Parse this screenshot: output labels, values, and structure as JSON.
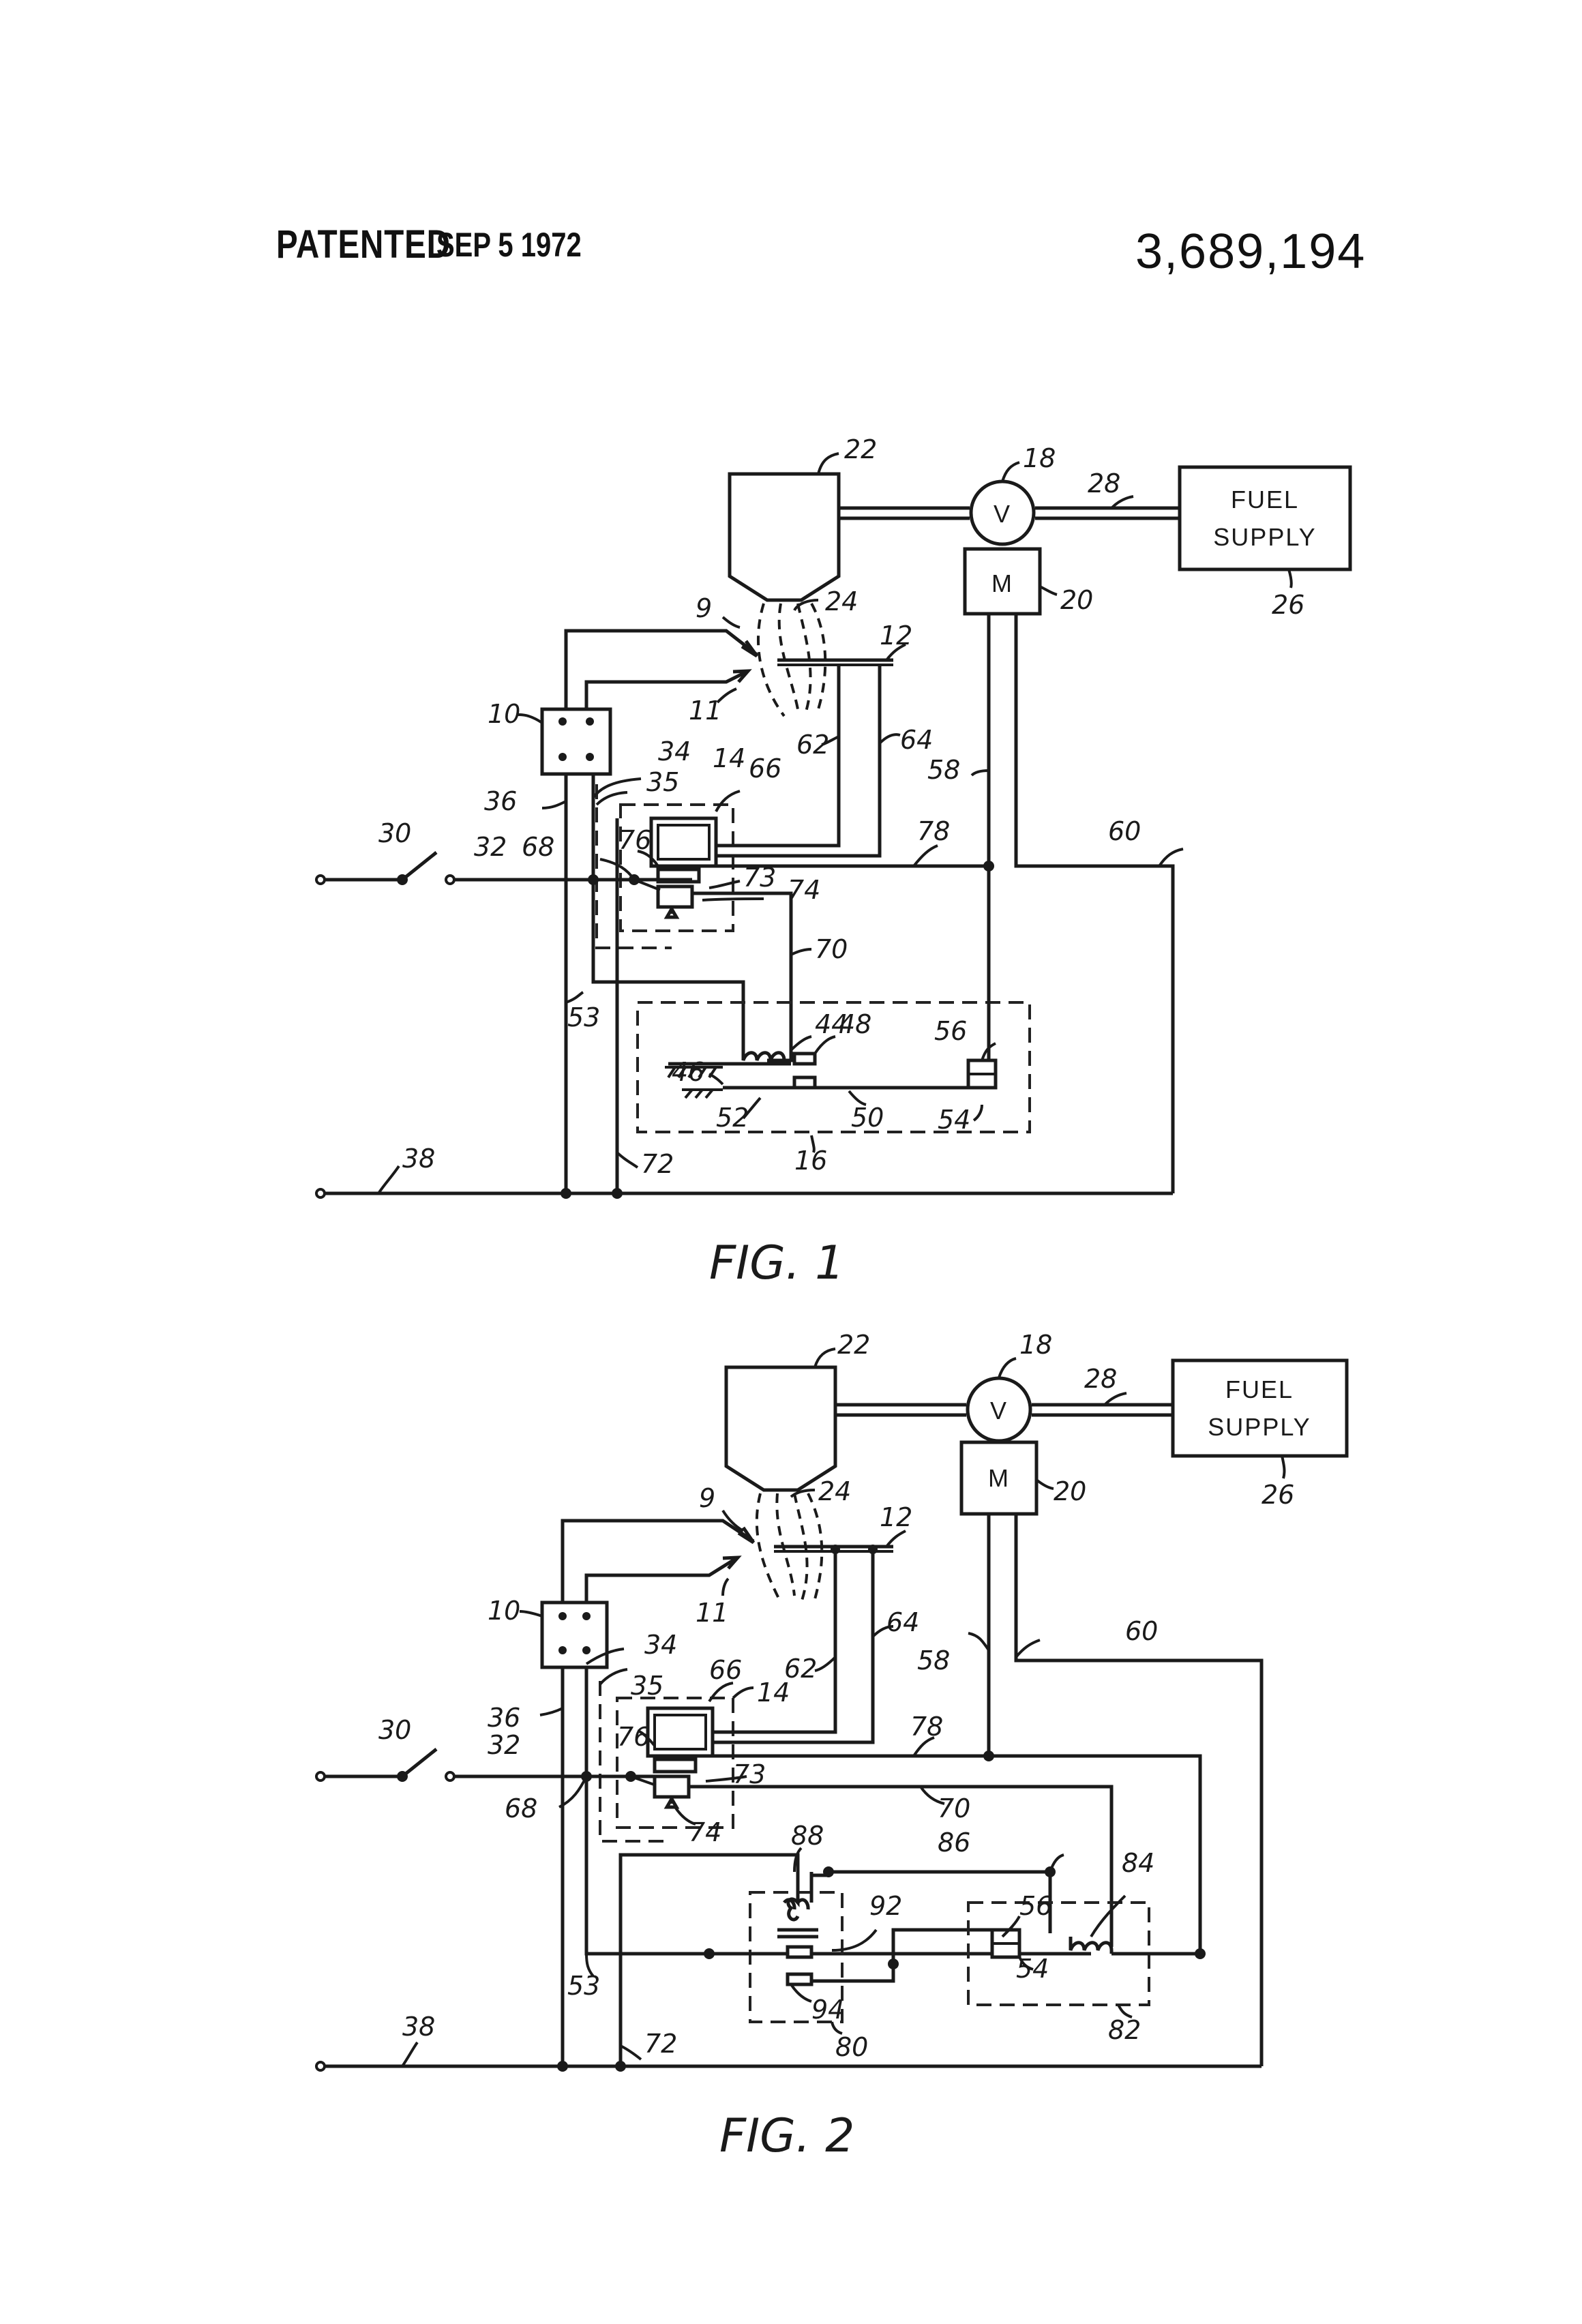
{
  "header": {
    "patented": "PATENTED",
    "date": "SEP 5 1972",
    "patent_number": "3,689,194"
  },
  "fig1": {
    "caption": "FIG. 1",
    "fuel_supply": [
      "FUEL",
      "SUPPLY"
    ],
    "valve": "V",
    "motor": "M",
    "labels": [
      "22",
      "18",
      "28",
      "20",
      "26",
      "9",
      "24",
      "12",
      "11",
      "10",
      "64",
      "62",
      "58",
      "34",
      "14",
      "66",
      "35",
      "36",
      "30",
      "32",
      "68",
      "76",
      "78",
      "60",
      "73",
      "74",
      "70",
      "53",
      "44",
      "48",
      "56",
      "46",
      "52",
      "50",
      "54",
      "16",
      "38",
      "72"
    ]
  },
  "fig2": {
    "caption": "FIG. 2",
    "fuel_supply": [
      "FUEL",
      "SUPPLY"
    ],
    "valve": "V",
    "motor": "M",
    "labels": [
      "22",
      "18",
      "28",
      "20",
      "26",
      "9",
      "24",
      "12",
      "11",
      "64",
      "10",
      "34",
      "62",
      "58",
      "60",
      "66",
      "35",
      "14",
      "36",
      "76",
      "78",
      "30",
      "32",
      "73",
      "68",
      "70",
      "74",
      "88",
      "86",
      "84",
      "92",
      "56",
      "54",
      "53",
      "94",
      "82",
      "80",
      "38",
      "72"
    ]
  },
  "colors": {
    "ink": "#1a1a1a",
    "paper": "#ffffff"
  }
}
